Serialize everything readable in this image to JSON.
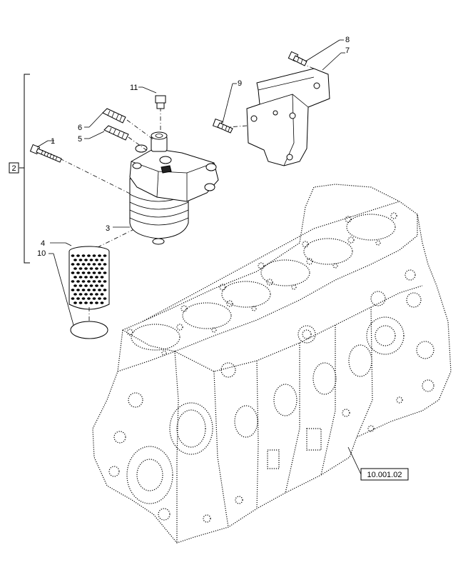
{
  "callouts": [
    {
      "id": "c1",
      "label": "1"
    },
    {
      "id": "c2",
      "label": "2"
    },
    {
      "id": "c3",
      "label": "3"
    },
    {
      "id": "c4",
      "label": "4"
    },
    {
      "id": "c5",
      "label": "5"
    },
    {
      "id": "c6",
      "label": "6"
    },
    {
      "id": "c7",
      "label": "7"
    },
    {
      "id": "c8",
      "label": "8"
    },
    {
      "id": "c9",
      "label": "9"
    },
    {
      "id": "c10",
      "label": "10"
    },
    {
      "id": "c11",
      "label": "11"
    }
  ],
  "reference": {
    "label": "10.001.02"
  }
}
